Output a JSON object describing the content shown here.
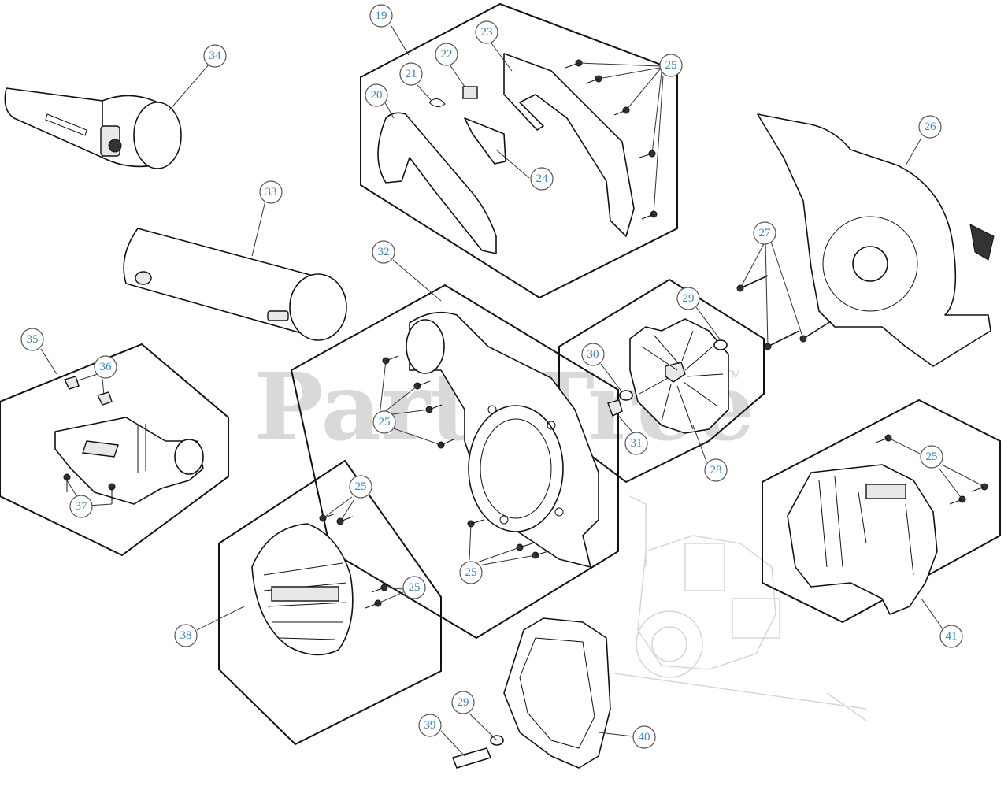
{
  "watermark": {
    "text": "PartsTree",
    "trademark": "TM"
  },
  "callouts": [
    "19",
    "20",
    "21",
    "22",
    "23",
    "24",
    "25",
    "25",
    "26",
    "27",
    "29",
    "30",
    "31",
    "28",
    "32",
    "25",
    "33",
    "34",
    "35",
    "36",
    "37",
    "25",
    "25",
    "38",
    "25",
    "29",
    "39",
    "40",
    "41"
  ]
}
